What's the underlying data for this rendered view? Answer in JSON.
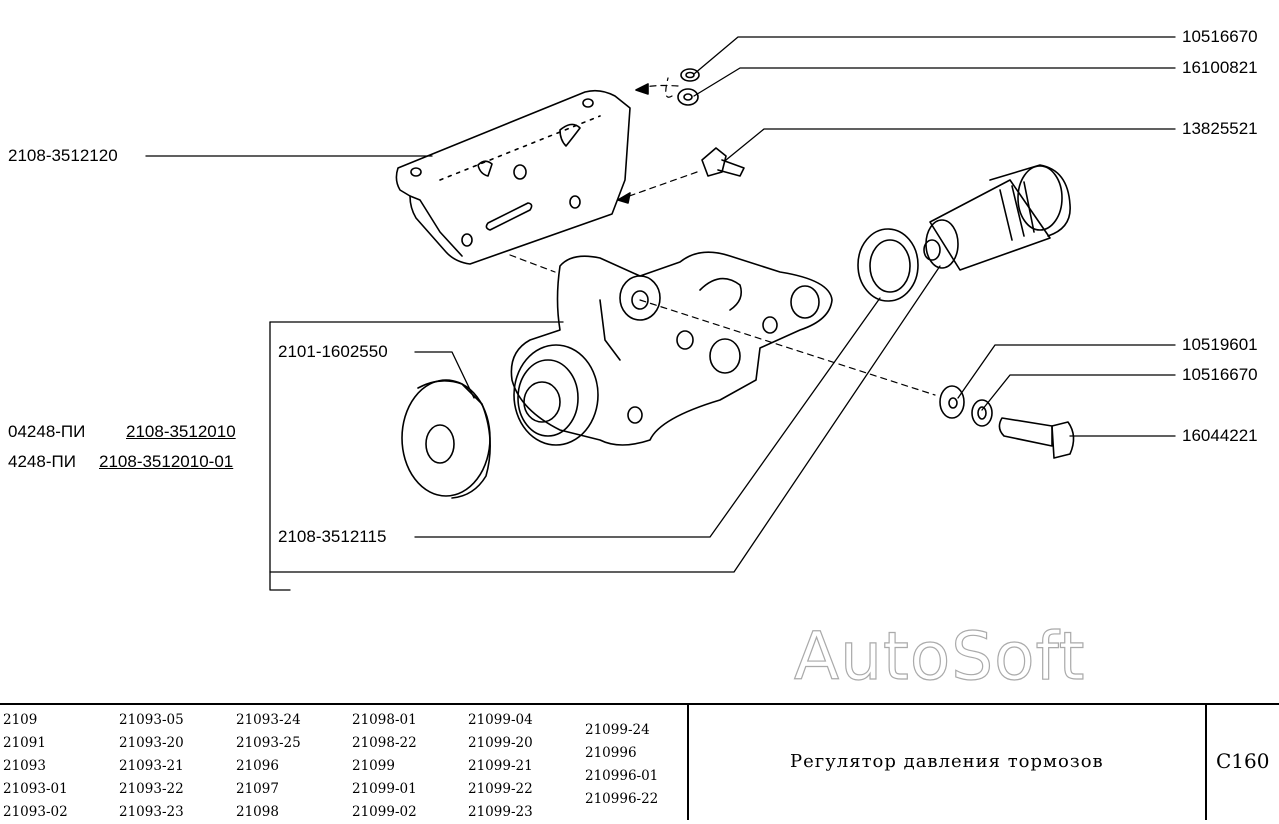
{
  "callouts": {
    "c1": "10516670",
    "c2": "16100821",
    "c3": "13825521",
    "c4": "2108-3512120",
    "c5": "2101-1602550",
    "c6": "10519601",
    "c7": "10516670",
    "c8": "16044221",
    "c9": "2108-3512115",
    "asm_a_code": "04248-ПИ",
    "asm_a_part": "2108-3512010",
    "asm_b_code": "4248-ПИ",
    "asm_b_part": "2108-3512010-01"
  },
  "watermark": "AutoSoft",
  "models": [
    [
      "2109",
      "21091",
      "21093",
      "21093-01",
      "21093-02"
    ],
    [
      "21093-05",
      "21093-20",
      "21093-21",
      "21093-22",
      "21093-23"
    ],
    [
      "21093-24",
      "21093-25",
      "21096",
      "21097",
      "21098"
    ],
    [
      "21098-01",
      "21098-22",
      "21099",
      "21099-01",
      "21099-02"
    ],
    [
      "21099-04",
      "21099-20",
      "21099-21",
      "21099-22",
      "21099-23"
    ],
    [
      "21099-24",
      "210996",
      "210996-01",
      "210996-22"
    ]
  ],
  "title": "Регулятор давления тормозов",
  "page_code": "С160"
}
